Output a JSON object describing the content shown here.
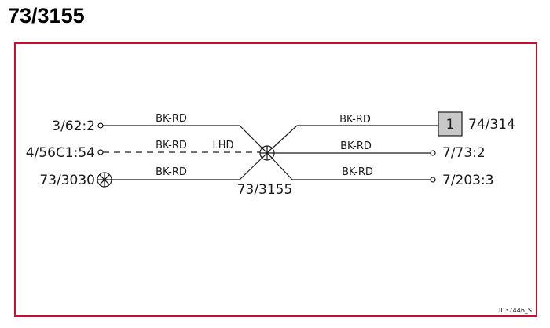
{
  "title": "73/3155",
  "colors": {
    "frame": "#c8102e",
    "line": "#1a1a1a",
    "connector_fill": "#c8c8c8"
  },
  "diagram": {
    "left_connectors": [
      {
        "label": "3/62:2",
        "symbol": "pin"
      },
      {
        "label": "4/56C1:54",
        "symbol": "pin"
      },
      {
        "label": "73/3030",
        "symbol": "ground-splice-icon"
      }
    ],
    "left_wires": [
      {
        "color": "BK-RD",
        "style": "solid"
      },
      {
        "color": "BK-RD",
        "style": "dashed",
        "note": "LHD"
      },
      {
        "color": "BK-RD",
        "style": "solid"
      }
    ],
    "splice": {
      "label": "73/3155"
    },
    "right_wires": [
      {
        "color": "BK-RD"
      },
      {
        "color": "BK-RD"
      },
      {
        "color": "BK-RD"
      }
    ],
    "right_connectors": [
      {
        "label": "74/314",
        "symbol": "box",
        "box_text": "1"
      },
      {
        "label": "7/73:2",
        "symbol": "pin"
      },
      {
        "label": "7/203:3",
        "symbol": "pin"
      }
    ],
    "figure_id": "I037446_S"
  }
}
